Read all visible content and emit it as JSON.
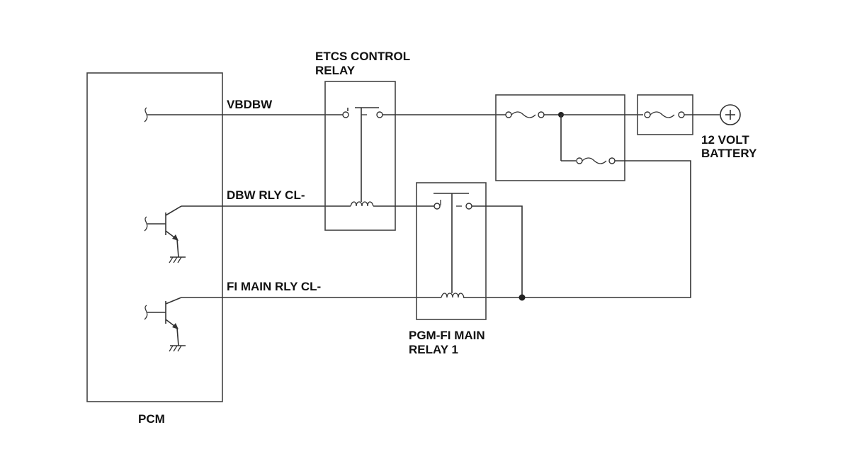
{
  "labels": {
    "pcm": "PCM",
    "etcs_relay_line1": "ETCS CONTROL",
    "etcs_relay_line2": "RELAY",
    "vbdbw": "VBDBW",
    "dbw_rly": "DBW RLY CL-",
    "fi_main_rly": "FI MAIN RLY CL-",
    "pgm_relay_line1": "PGM-FI MAIN",
    "pgm_relay_line2": "RELAY 1",
    "battery_line1": "12 VOLT",
    "battery_line2": "BATTERY"
  },
  "colors": {
    "wire": "#333333",
    "text": "#111111",
    "background": "#ffffff"
  }
}
